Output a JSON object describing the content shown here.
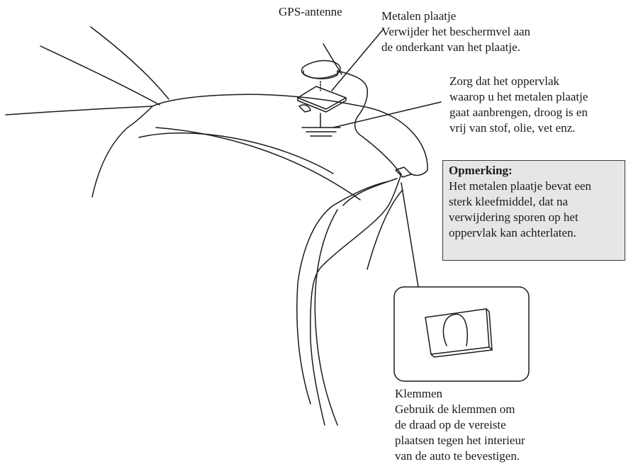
{
  "labels": {
    "gps_antenna": "GPS-antenne",
    "metal_plate": {
      "title": "Metalen plaatje",
      "lines": [
        "Verwijder het beschermvel aan",
        "de onderkant van het plaatje."
      ]
    },
    "surface": {
      "lines": [
        "Zorg dat het oppervlak",
        "waarop u het metalen plaatje",
        "gaat aanbrengen, droog is en",
        "vrij van stof, olie, vet enz."
      ]
    },
    "note": {
      "title": "Opmerking:",
      "lines": [
        "Het metalen plaatje bevat een",
        "sterk kleefmiddel, dat na",
        "verwijdering sporen op het",
        "oppervlak kan achterlaten."
      ]
    },
    "clamps": {
      "title": "Klemmen",
      "lines": [
        "Gebruik de klemmen om",
        "de draad op de vereiste",
        "plaatsen tegen het interieur",
        "van de auto te bevestigen."
      ]
    }
  },
  "colors": {
    "line": "#1a1a1a",
    "note_background": "#e6e6e6",
    "note_border": "#3a3a3a"
  }
}
